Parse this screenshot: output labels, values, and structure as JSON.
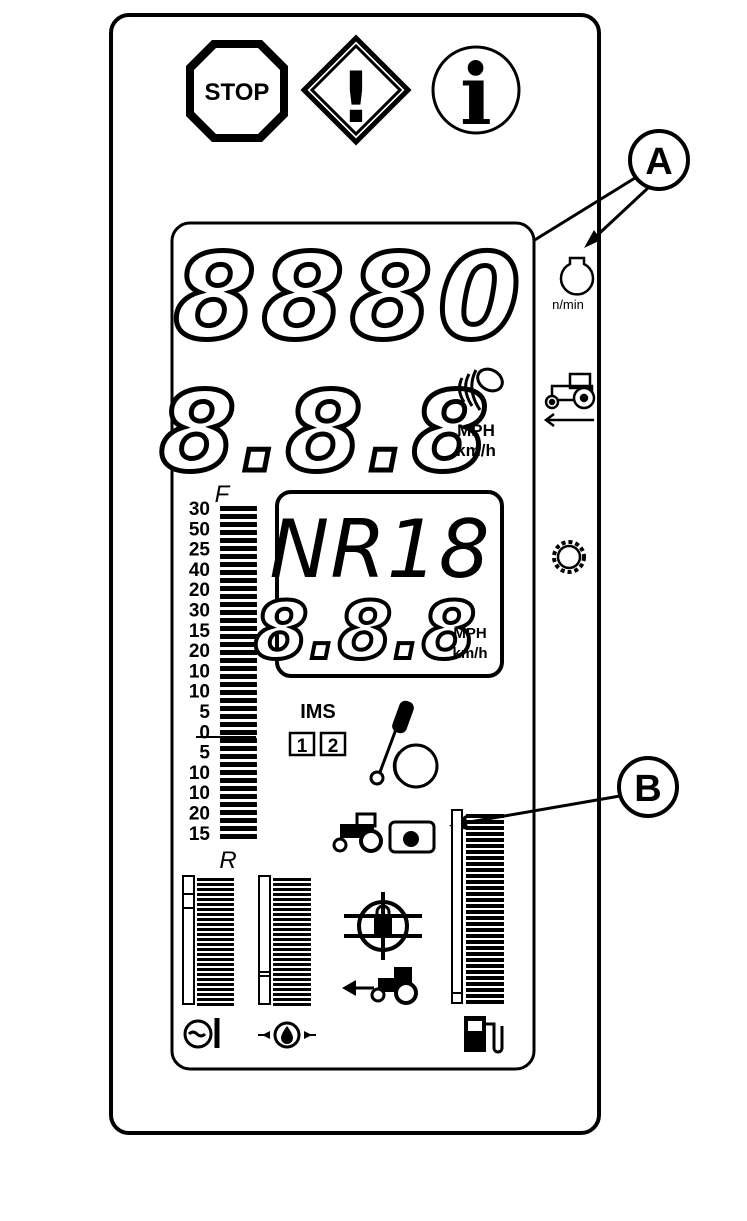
{
  "warning_icons": {
    "stop_text": "STOP",
    "caution_mark": "!",
    "info_mark": "i"
  },
  "callouts": {
    "a": "A",
    "b": "B"
  },
  "display": {
    "engine_readout": "8880",
    "speed_readout": "8.8.8",
    "speed_units": [
      "MPH",
      "km/h"
    ],
    "gear_readout": "NR18",
    "sub_readout": "8.8.8",
    "sub_units": [
      "MPH",
      "km/h"
    ],
    "gauge_top_label": "F",
    "gauge_bottom_label": "R",
    "gauge_scale": [
      "30",
      "50",
      "25",
      "40",
      "20",
      "30",
      "15",
      "20",
      "10",
      "10",
      "5",
      "0",
      "5",
      "10",
      "10",
      "20",
      "15"
    ],
    "ims_label": "IMS",
    "ims_boxes": [
      "1",
      "2"
    ]
  },
  "side_panel": {
    "engine_speed_unit": "n/min"
  }
}
